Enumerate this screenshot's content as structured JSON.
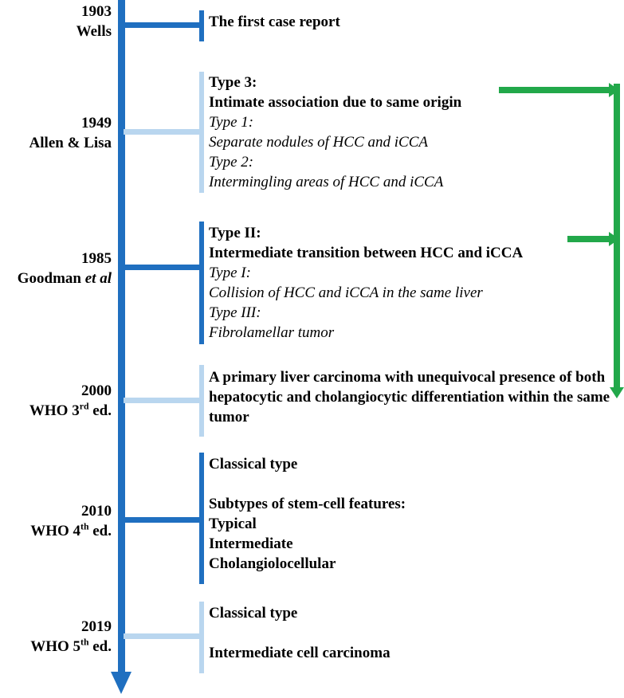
{
  "figure": {
    "type": "timeline",
    "orientation": "vertical",
    "colors": {
      "axis_dark_blue": "#1f6fc0",
      "connector_light_blue": "#b9d6ef",
      "annotation_green": "#22a84a",
      "text": "#000000",
      "background": "#ffffff"
    }
  },
  "timeline": {
    "axis_name": "main-timeline-axis",
    "arrow_direction": "down",
    "eras": [
      {
        "id": "1903-wells",
        "year": "1903",
        "source": "Wells",
        "source_italic_part": "",
        "connector_style": "dark",
        "lines": [
          {
            "text": "The first case report",
            "style": "bold"
          }
        ]
      },
      {
        "id": "1949-allen-lisa",
        "year": "1949",
        "source": "Allen & Lisa",
        "source_italic_part": "",
        "connector_style": "light",
        "lines": [
          {
            "text": "Type 3:",
            "style": "bold"
          },
          {
            "text": "Intimate association due to same origin",
            "style": "bold"
          },
          {
            "text": "Type 1:",
            "style": "italic"
          },
          {
            "text": "Separate nodules of HCC and iCCA",
            "style": "italic"
          },
          {
            "text": "Type 2:",
            "style": "italic"
          },
          {
            "text": "Intermingling areas of HCC and iCCA",
            "style": "italic"
          }
        ]
      },
      {
        "id": "1985-goodman",
        "year": "1985",
        "source": "Goodman ",
        "source_italic_part": "et al",
        "connector_style": "dark",
        "lines": [
          {
            "text": "Type II:",
            "style": "bold"
          },
          {
            "text": "Intermediate transition between HCC and iCCA",
            "style": "bold"
          },
          {
            "text": "Type I:",
            "style": "italic"
          },
          {
            "text": "Collision of HCC and iCCA in the same liver",
            "style": "italic"
          },
          {
            "text": "Type III:",
            "style": "italic"
          },
          {
            "text": "Fibrolamellar tumor",
            "style": "italic"
          }
        ]
      },
      {
        "id": "2000-who-3rd",
        "year": "2000",
        "source": "WHO 3",
        "source_superscript": "rd",
        "source_suffix": " ed.",
        "connector_style": "light",
        "lines": [
          {
            "text": "A primary liver carcinoma with unequivocal presence of both hepatocytic and cholangiocytic differentiation within the same tumor",
            "style": "wrapbold"
          }
        ]
      },
      {
        "id": "2010-who-4th",
        "year": "2010",
        "source": "WHO 4",
        "source_superscript": "th",
        "source_suffix": " ed.",
        "connector_style": "dark",
        "lines": [
          {
            "text": "Classical type",
            "style": "bold"
          },
          {
            "text": "",
            "style": "spacer"
          },
          {
            "text": "Subtypes of stem-cell features:",
            "style": "bold"
          },
          {
            "text": "Typical",
            "style": "bold"
          },
          {
            "text": "Intermediate",
            "style": "bold"
          },
          {
            "text": "Cholangiolocellular",
            "style": "bold"
          }
        ]
      },
      {
        "id": "2019-who-5th",
        "year": "2019",
        "source": "WHO 5",
        "source_superscript": "th",
        "source_suffix": " ed.",
        "connector_style": "light",
        "lines": [
          {
            "text": "Classical type",
            "style": "bold"
          },
          {
            "text": "",
            "style": "spacer"
          },
          {
            "text": "Intermediate cell carcinoma",
            "style": "bold"
          }
        ]
      }
    ]
  },
  "annotations": {
    "green_links": [
      {
        "id": "link-from-1949-type3",
        "from_era": "1949-allen-lisa",
        "direction": "right"
      },
      {
        "id": "link-from-1985-typeII",
        "from_era": "1985-goodman",
        "direction": "right"
      }
    ],
    "green_target": {
      "id": "link-to-2000-who-3rd",
      "to_era": "2000-who-3rd",
      "direction": "down"
    }
  }
}
